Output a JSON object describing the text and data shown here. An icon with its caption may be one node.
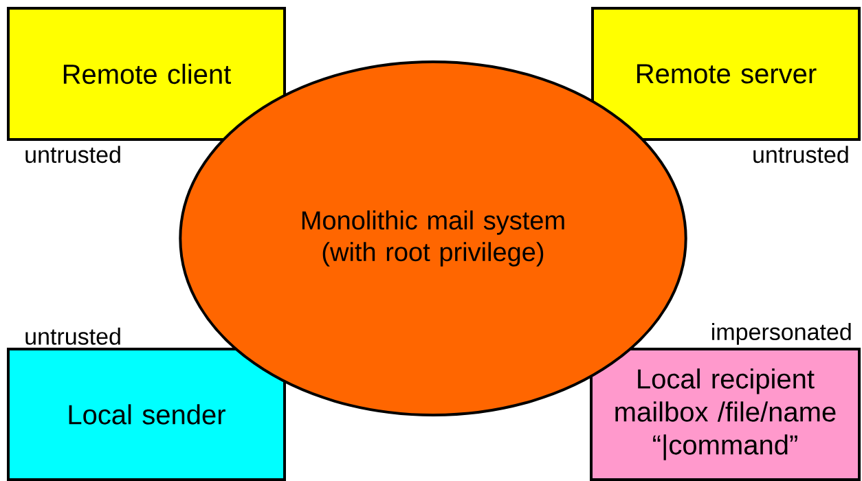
{
  "diagram": {
    "nodes": [
      {
        "text": [
          "Remote client"
        ],
        "beside": [
          "untrusted"
        ]
      },
      {
        "text": [
          "Remote server"
        ],
        "beside": [
          "untrusted"
        ]
      },
      {
        "text": [
          "Monolithic mail system (with root privilege)"
        ]
      },
      {
        "text": [
          "Local sender"
        ],
        "beside": [
          "untrusted"
        ]
      },
      {
        "text": [
          "Local recipient mailbox /file/name “|command”"
        ],
        "beside": [
          "impersonated"
        ]
      }
    ]
  }
}
